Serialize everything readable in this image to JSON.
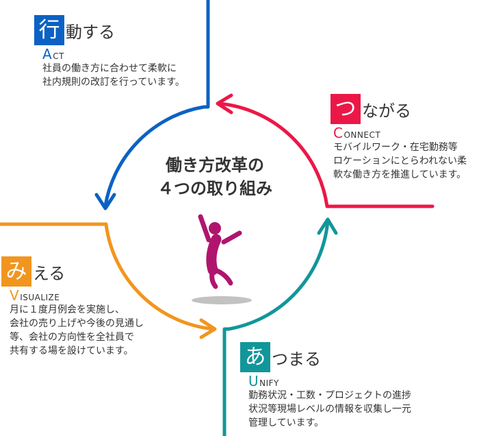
{
  "center": {
    "title_line1": "働き方改革の",
    "title_line2": "４つの取り組み"
  },
  "figure": {
    "icon": "jumping-person-icon",
    "color": "#b0156e",
    "shadow_color": "#bfbfbf"
  },
  "act": {
    "badge": "行",
    "heading_rest": "動する",
    "sub_first": "A",
    "sub_rest": "CT",
    "desc": [
      "社員の働き方に合わせて柔軟に",
      "社内規則の改訂を行っています。"
    ],
    "color": "#0b62c4"
  },
  "connect": {
    "badge": "つ",
    "heading_rest": "ながる",
    "sub_first": "C",
    "sub_rest": "ONNECT",
    "desc": [
      "モバイルワーク・在宅勤務等",
      "ロケーションにとらわれない柔",
      "軟な働き方を推進しています。"
    ],
    "color": "#eb1847"
  },
  "visualize": {
    "badge": "み",
    "heading_rest": "える",
    "sub_first": "V",
    "sub_rest": "ISUALIZE",
    "desc": [
      "月に１度月例会を実施し、",
      "会社の売り上げや今後の見通し",
      "等、会社の方向性を全社員で",
      "共有する場を設けています。"
    ],
    "color": "#f2951e"
  },
  "unify": {
    "badge": "あ",
    "heading_rest": "つまる",
    "sub_first": "U",
    "sub_rest": "NIFY",
    "desc": [
      "勤務状況・工数・プロジェクトの進捗",
      "状況等現場レベルの情報を収集し一元",
      "管理しています。"
    ],
    "color": "#12969a"
  }
}
